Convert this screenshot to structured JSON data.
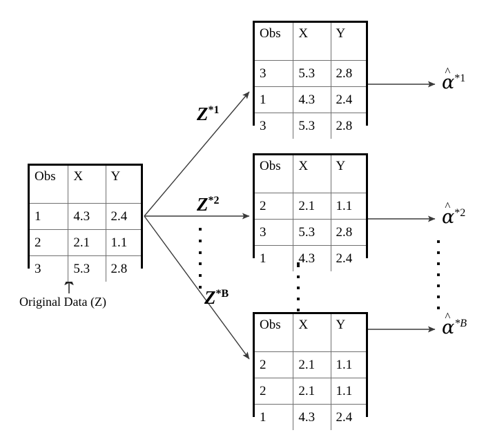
{
  "figure": {
    "type": "bootstrap-resampling-diagram",
    "caption_original": "Original Data (Z)"
  },
  "columns": [
    "Obs",
    "X",
    "Y"
  ],
  "original_table": {
    "name": "Original Data (Z)",
    "rows": [
      [
        "1",
        "4.3",
        "2.4"
      ],
      [
        "2",
        "2.1",
        "1.1"
      ],
      [
        "3",
        "5.3",
        "2.8"
      ]
    ]
  },
  "bootstrap_samples": [
    {
      "arrow_label_base": "Z",
      "arrow_label_sup": "*1",
      "estimate_sup": "*1",
      "rows": [
        [
          "3",
          "5.3",
          "2.8"
        ],
        [
          "1",
          "4.3",
          "2.4"
        ],
        [
          "3",
          "5.3",
          "2.8"
        ]
      ]
    },
    {
      "arrow_label_base": "Z",
      "arrow_label_sup": "*2",
      "estimate_sup": "*2",
      "rows": [
        [
          "2",
          "2.1",
          "1.1"
        ],
        [
          "3",
          "5.3",
          "2.8"
        ],
        [
          "1",
          "4.3",
          "2.4"
        ]
      ]
    },
    {
      "arrow_label_base": "Z",
      "arrow_label_sup": "*B",
      "estimate_sup": "*B",
      "rows": [
        [
          "2",
          "2.1",
          "1.1"
        ],
        [
          "2",
          "2.1",
          "1.1"
        ],
        [
          "1",
          "4.3",
          "2.4"
        ]
      ]
    }
  ],
  "estimates": {
    "symbol": "α",
    "hat": "^",
    "star": "*",
    "labels": [
      "1",
      "2",
      "B"
    ]
  },
  "colors": {
    "ink": "#000000",
    "frame": "#000000",
    "grid": "#6f6f6f",
    "arrow": "#3a3a3a",
    "background": "#ffffff"
  }
}
